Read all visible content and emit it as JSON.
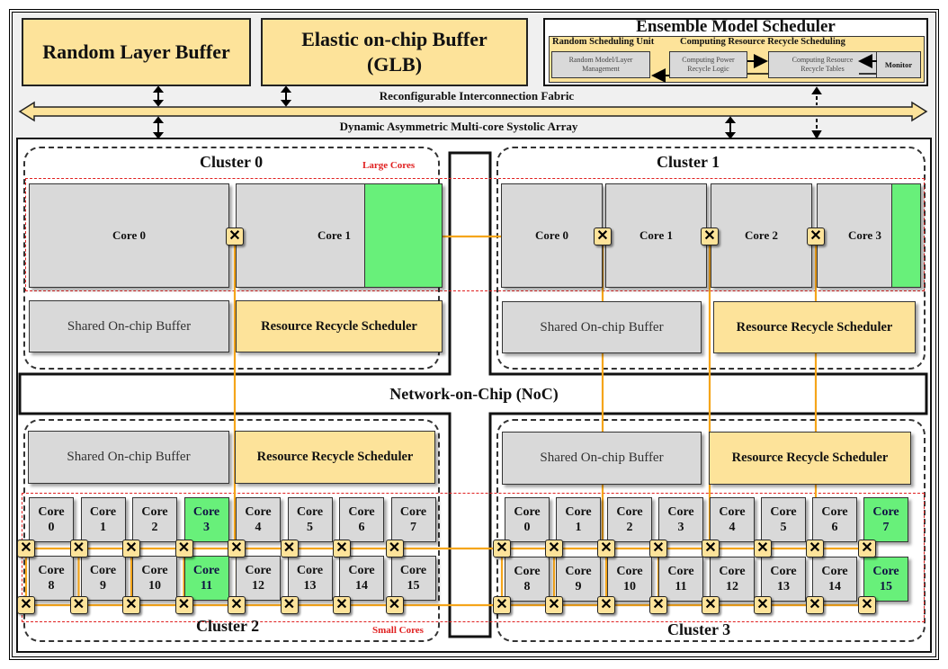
{
  "top": {
    "random_layer_buffer": "Random Layer Buffer",
    "elastic_buffer_line1": "Elastic on-chip Buffer",
    "elastic_buffer_line2": "(GLB)",
    "ensemble": {
      "title": "Ensemble Model Scheduler",
      "random_unit_label": "Random Scheduling Unit",
      "crrs_label": "Computing Resource Recycle Scheduling",
      "blocks": [
        {
          "line1": "Random Model/Layer",
          "line2": "Management"
        },
        {
          "line1": "Computing Power",
          "line2": "Recycle Logic"
        },
        {
          "line1": "Computing Resource",
          "line2": "Recycle Tables"
        },
        {
          "line1": "Monitor",
          "line2": ""
        }
      ]
    },
    "fabric_label": "Reconfigurable Interconnection Fabric",
    "array_label": "Dynamic Asymmetric Multi-core Systolic Array"
  },
  "noc_label": "Network-on-Chip (NoC)",
  "common": {
    "shared_buffer": "Shared On-chip Buffer",
    "rrs": "Resource Recycle Scheduler",
    "core_word": "Core",
    "router_glyph": "✕"
  },
  "legend": {
    "large_cores": "Large Cores",
    "small_cores": "Small Cores"
  },
  "clusters": [
    {
      "name": "Cluster 0",
      "type": "large",
      "cores": [
        {
          "label": "Core 0",
          "recycled_fraction": 0
        },
        {
          "label": "Core 1",
          "recycled_fraction": 0.38
        }
      ]
    },
    {
      "name": "Cluster 1",
      "type": "large",
      "cores": [
        {
          "label": "Core 0",
          "recycled_fraction": 0
        },
        {
          "label": "Core 1",
          "recycled_fraction": 0
        },
        {
          "label": "Core 2",
          "recycled_fraction": 0
        },
        {
          "label": "Core 3",
          "recycled_fraction": 0.28
        }
      ]
    },
    {
      "name": "Cluster 2",
      "type": "small",
      "cores": [
        "0",
        "1",
        "2",
        "3",
        "4",
        "5",
        "6",
        "7",
        "8",
        "9",
        "10",
        "11",
        "12",
        "13",
        "14",
        "15"
      ],
      "recycled": [
        "3",
        "11"
      ]
    },
    {
      "name": "Cluster 3",
      "type": "small",
      "cores": [
        "0",
        "1",
        "2",
        "3",
        "4",
        "5",
        "6",
        "7",
        "8",
        "9",
        "10",
        "11",
        "12",
        "13",
        "14",
        "15"
      ],
      "recycled": [
        "7",
        "15"
      ]
    }
  ],
  "colors": {
    "yellow": "#fde39a",
    "gray": "#d9d9d9",
    "green": "#68f07a",
    "link": "#f5a51a",
    "red_dash": "#e02020"
  }
}
